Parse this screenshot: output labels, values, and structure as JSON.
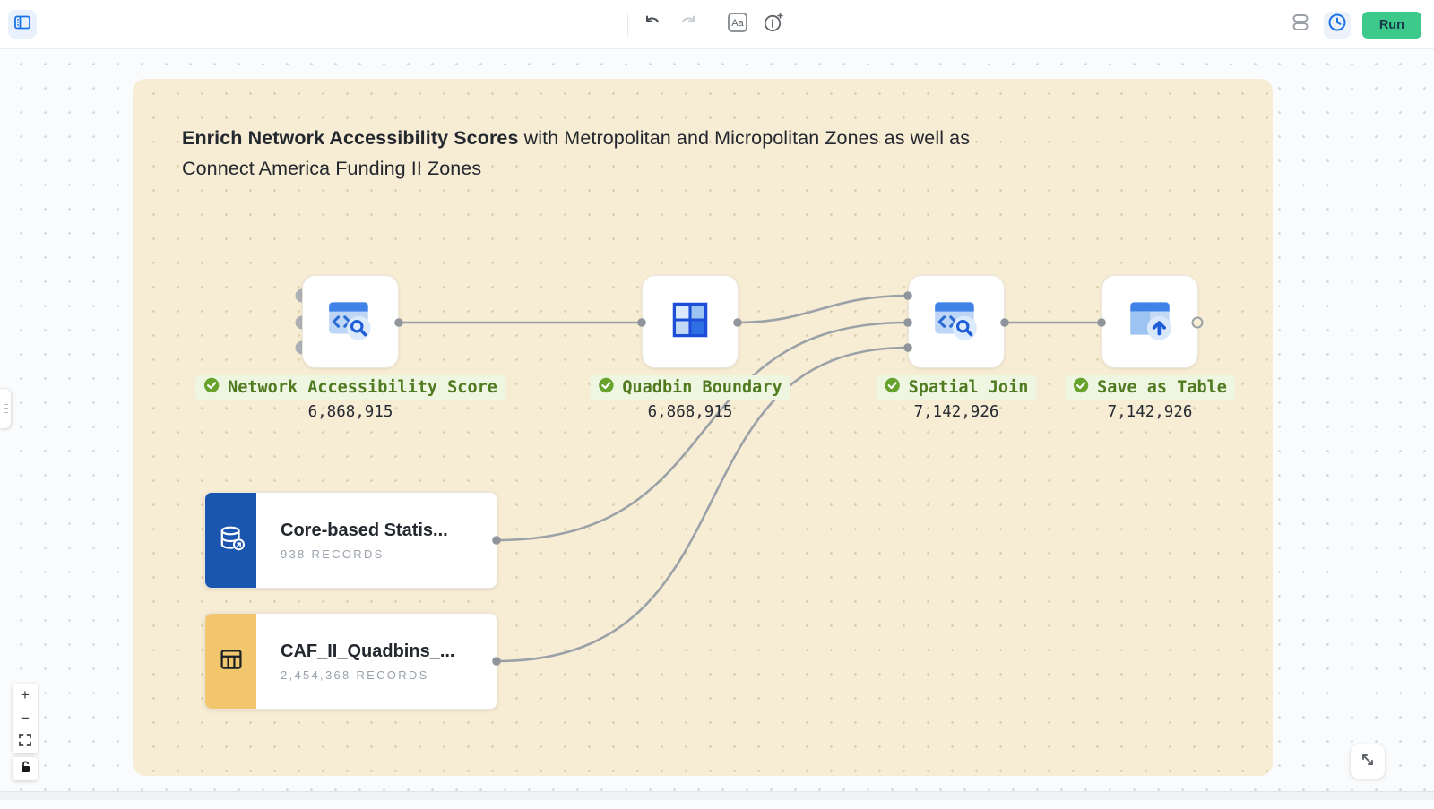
{
  "topbar": {
    "run_label": "Run",
    "icons": [
      "sidebar-toggle",
      "undo",
      "redo",
      "text-annotation",
      "add-note",
      "row-list",
      "history-clock"
    ]
  },
  "annotation": {
    "title_bold": "Enrich Network Accessibility Scores",
    "title_rest": " with Metropolitan and Micropolitan Zones as well as",
    "title_line2": "Connect America Funding II Zones"
  },
  "workflow": {
    "nodes": [
      {
        "label": "Network Accessibility Score",
        "count": "6,868,915",
        "status": "success",
        "icon": "code-search-icon"
      },
      {
        "label": "Quadbin Boundary",
        "count": "6,868,915",
        "status": "success",
        "icon": "quadbin-icon"
      },
      {
        "label": "Spatial Join",
        "count": "7,142,926",
        "status": "success",
        "icon": "code-search-icon"
      },
      {
        "label": "Save as Table",
        "count": "7,142,926",
        "status": "success",
        "icon": "save-table-icon"
      }
    ],
    "sources": [
      {
        "title": "Core-based Statis...",
        "records": "938 RECORDS",
        "icon": "database-icon",
        "accent": "#1a55b0"
      },
      {
        "title": "CAF_II_Quadbins_...",
        "records": "2,454,368 RECORDS",
        "icon": "table-icon",
        "accent": "#f2c66d"
      }
    ]
  },
  "controls": {
    "zoom_in": "+",
    "zoom_out": "−"
  },
  "colors": {
    "run_button": "#3dc98b",
    "success_green": "#67a22d",
    "label_green": "#507a1f",
    "annotation_bg": "#f7ecd4",
    "accent_blue": "#1a73e8",
    "edge_gray": "#9aa1a7"
  }
}
